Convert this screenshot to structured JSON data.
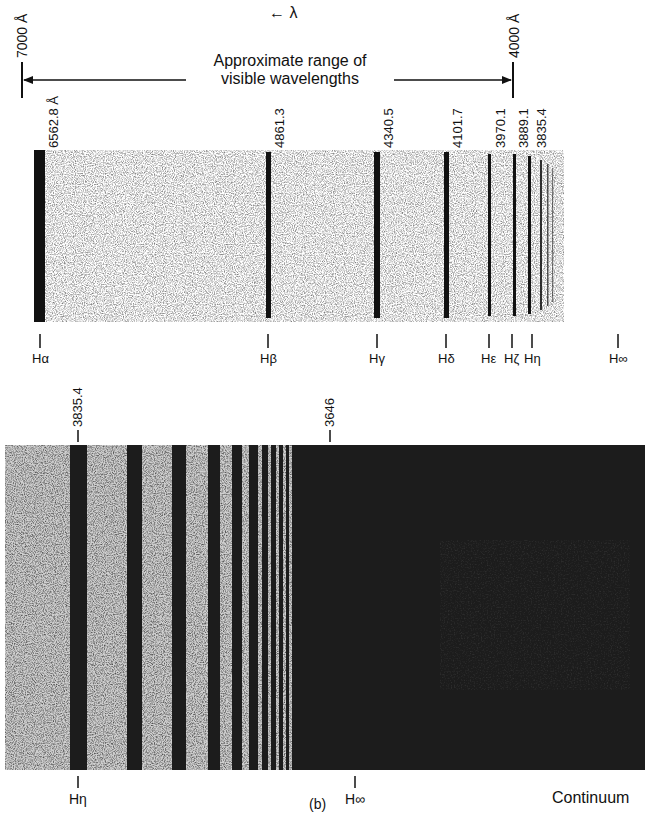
{
  "diagram": {
    "labels": [
      "← λ",
      "7000 Å",
      "4000 Å",
      "Approximate range of visible wavelengths",
      "6562.8 Å",
      "4861.3",
      "4340.5",
      "4101.7",
      "3970.1",
      "3889.1",
      "3835.4",
      "Hα",
      "Hβ",
      "Hγ",
      "Hδ",
      "Hε",
      "Hζ",
      "Hη",
      "H∞",
      "3835.4",
      "3646",
      "Hη",
      "H∞",
      "Continuum",
      "(b)"
    ]
  }
}
